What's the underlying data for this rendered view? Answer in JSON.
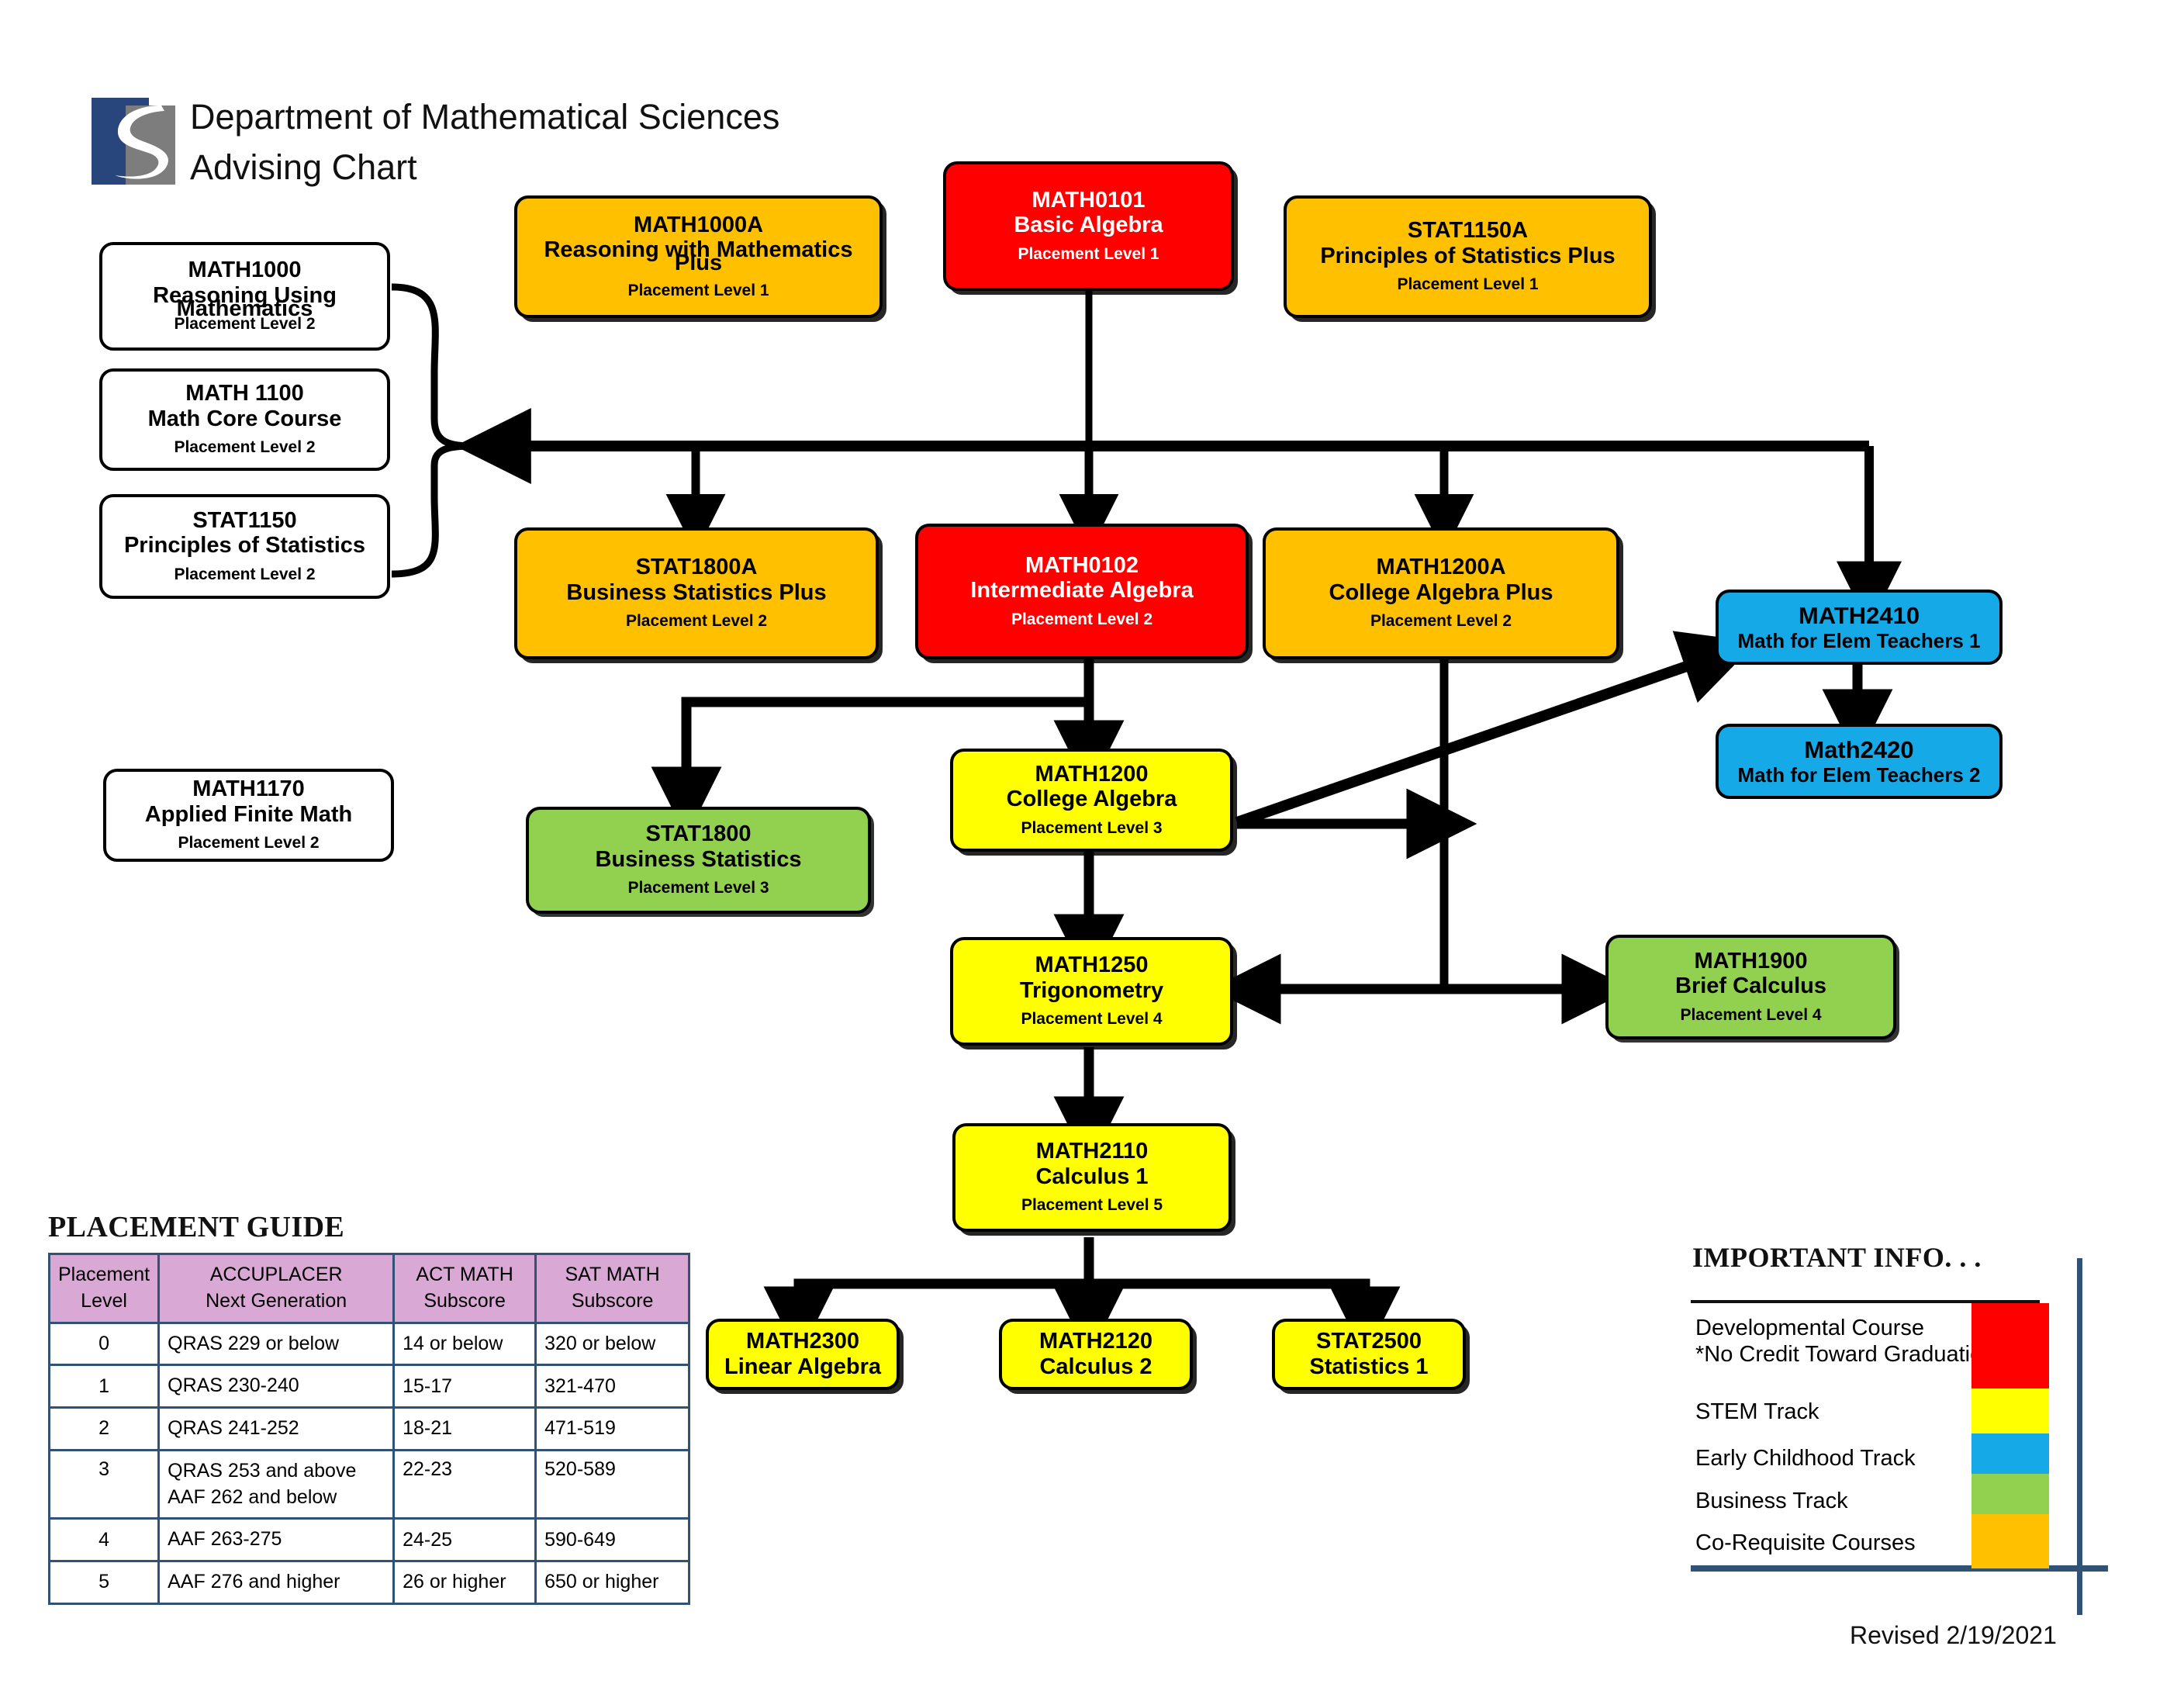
{
  "header": {
    "line1": "Department of Mathematical Sciences",
    "line2": "Advising Chart",
    "logo_name": "stockton-s-logo"
  },
  "nodes": {
    "math1000": {
      "code": "MATH1000",
      "name": "Reasoning Using",
      "name2": "Mathematics",
      "level": "Placement Level 2",
      "color": "white"
    },
    "math1100": {
      "code": "MATH 1100",
      "name": "Math Core Course",
      "level": "Placement Level 2",
      "color": "white"
    },
    "stat1150": {
      "code": "STAT1150",
      "name": "Principles of Statistics",
      "level": "Placement Level 2",
      "color": "white"
    },
    "math1170": {
      "code": "MATH1170",
      "name": "Applied Finite Math",
      "level": "Placement Level 2",
      "color": "white"
    },
    "math1000a": {
      "code": "MATH1000A",
      "name": "Reasoning with Mathematics",
      "name2": "Plus",
      "level": "Placement Level 1",
      "color": "orange"
    },
    "math0101": {
      "code": "MATH0101",
      "name": "Basic Algebra",
      "level": "Placement Level 1",
      "color": "red"
    },
    "stat1150a": {
      "code": "STAT1150A",
      "name": "Principles of Statistics Plus",
      "level": "Placement Level 1",
      "color": "orange"
    },
    "stat1800a": {
      "code": "STAT1800A",
      "name": "Business Statistics Plus",
      "level": "Placement Level 2",
      "color": "orange"
    },
    "math0102": {
      "code": "MATH0102",
      "name": "Intermediate Algebra",
      "level": "Placement Level 2",
      "color": "red"
    },
    "math1200a": {
      "code": "MATH1200A",
      "name": "College Algebra Plus",
      "level": "Placement Level 2",
      "color": "orange"
    },
    "math2410": {
      "code": "MATH2410",
      "name": "Math for Elem Teachers 1",
      "level": "",
      "color": "blue"
    },
    "math2420": {
      "code": "Math2420",
      "name": "Math for Elem Teachers 2",
      "level": "",
      "color": "blue"
    },
    "stat1800": {
      "code": "STAT1800",
      "name": "Business Statistics",
      "level": "Placement Level 3",
      "color": "green"
    },
    "math1200": {
      "code": "MATH1200",
      "name": "College Algebra",
      "level": "Placement Level 3",
      "color": "yellow"
    },
    "math1250": {
      "code": "MATH1250",
      "name": "Trigonometry",
      "level": "Placement Level 4",
      "color": "yellow"
    },
    "math1900": {
      "code": "MATH1900",
      "name": "Brief Calculus",
      "level": "Placement Level 4",
      "color": "green"
    },
    "math2110": {
      "code": "MATH2110",
      "name": "Calculus 1",
      "level": "Placement Level 5",
      "color": "yellow"
    },
    "math2300": {
      "code": "MATH2300",
      "name": "Linear Algebra",
      "level": "",
      "color": "yellow"
    },
    "math2120": {
      "code": "MATH2120",
      "name": "Calculus 2",
      "level": "",
      "color": "yellow"
    },
    "stat2500": {
      "code": "STAT2500",
      "name": "Statistics 1",
      "level": "",
      "color": "yellow"
    }
  },
  "placement_guide": {
    "title": "PLACEMENT GUIDE",
    "columns": [
      "Placement\nLevel",
      "ACCUPLACER\nNext Generation",
      "ACT MATH\nSubscore",
      "SAT MATH\nSubscore"
    ],
    "col_line1": [
      "Placement",
      "ACCUPLACER",
      "ACT MATH",
      "SAT MATH"
    ],
    "col_line2": [
      "Level",
      "Next Generation",
      "Subscore",
      "Subscore"
    ],
    "rows": [
      {
        "level": "0",
        "accuplacer": "QRAS 229 or below",
        "act": "14 or below",
        "sat": "320 or below"
      },
      {
        "level": "1",
        "accuplacer": "QRAS 230-240",
        "act": "15-17",
        "sat": "321-470"
      },
      {
        "level": "2",
        "accuplacer": "QRAS 241-252",
        "act": "18-21",
        "sat": "471-519"
      },
      {
        "level": "3",
        "accuplacer": "QRAS 253 and above\nAAF 262 and below",
        "accuplacer_l1": "QRAS 253 and above",
        "accuplacer_l2": "AAF 262 and below",
        "act": "22-23",
        "sat": "520-589"
      },
      {
        "level": "4",
        "accuplacer": "AAF 263-275",
        "act": "24-25",
        "sat": "590-649"
      },
      {
        "level": "5",
        "accuplacer": "AAF 276 and higher",
        "act": "26 or higher",
        "sat": "650 or higher"
      }
    ],
    "header_bg": "#D9A8D4",
    "border_color": "#2f5275"
  },
  "important_info": {
    "title": "IMPORTANT INFO. . .",
    "legend": [
      {
        "label_line1": "Developmental Course",
        "label_line2": "*No Credit Toward Graduation",
        "color": "#FF0000"
      },
      {
        "label_line1": "STEM Track",
        "label_line2": "",
        "color": "#FFFF00"
      },
      {
        "label_line1": "Early Childhood Track",
        "label_line2": "",
        "color": "#16A9E8"
      },
      {
        "label_line1": "Business Track",
        "label_line2": "",
        "color": "#92D050"
      },
      {
        "label_line1": "Co-Requisite Courses",
        "label_line2": "",
        "color": "#FFC000"
      }
    ],
    "accent_color": "#2f5275"
  },
  "revised": "Revised 2/19/2021",
  "colors": {
    "developmental_red": "#FF0000",
    "stem_yellow": "#FFFF00",
    "early_childhood_blue": "#16A9E8",
    "business_green": "#92D050",
    "corequisite_orange": "#FFC000",
    "logo_blue": "#28457c",
    "logo_grey": "#7d7d7d"
  }
}
